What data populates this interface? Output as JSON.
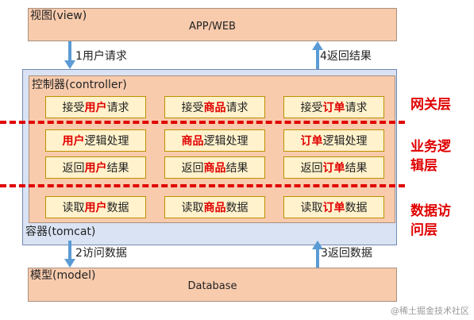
{
  "view": {
    "label": "视图(view)",
    "text": "APP/WEB"
  },
  "arrows": {
    "a1": "1用户请求",
    "a4": "4返回结果",
    "a2": "2访问数据",
    "a3": "3返回数据"
  },
  "container": {
    "label": "容器(tomcat)"
  },
  "controller": {
    "label": "控制器(controller)"
  },
  "rows": [
    [
      {
        "pre": "接受",
        "hl": "用户",
        "post": "请求"
      },
      {
        "pre": "接受",
        "hl": "商品",
        "post": "请求"
      },
      {
        "pre": "接受",
        "hl": "订单",
        "post": "请求"
      }
    ],
    [
      {
        "pre": "",
        "hl": "用户",
        "post": "逻辑处理"
      },
      {
        "pre": "",
        "hl": "商品",
        "post": "逻辑处理"
      },
      {
        "pre": "",
        "hl": "订单",
        "post": "逻辑处理"
      }
    ],
    [
      {
        "pre": "返回",
        "hl": "用户",
        "post": "结果"
      },
      {
        "pre": "返回",
        "hl": "商品",
        "post": "结果"
      },
      {
        "pre": "返回",
        "hl": "订单",
        "post": "结果"
      }
    ],
    [
      {
        "pre": "读取",
        "hl": "用户",
        "post": "数据"
      },
      {
        "pre": "读取",
        "hl": "商品",
        "post": "数据"
      },
      {
        "pre": "读取",
        "hl": "订单",
        "post": "数据"
      }
    ]
  ],
  "layers": {
    "gateway": "网关层",
    "business_1": "业务逻",
    "business_2": "辑层",
    "data_1": "数据访",
    "data_2": "问层"
  },
  "model": {
    "label": "模型(model)",
    "text": "Database"
  },
  "watermark": "@稀土掘金技术社区",
  "colors": {
    "peach": "#f8cbad",
    "cell": "#fff2cc",
    "container": "#dae3f3",
    "accent_red": "#e00000",
    "arrow_blue": "#5b9bd5"
  }
}
